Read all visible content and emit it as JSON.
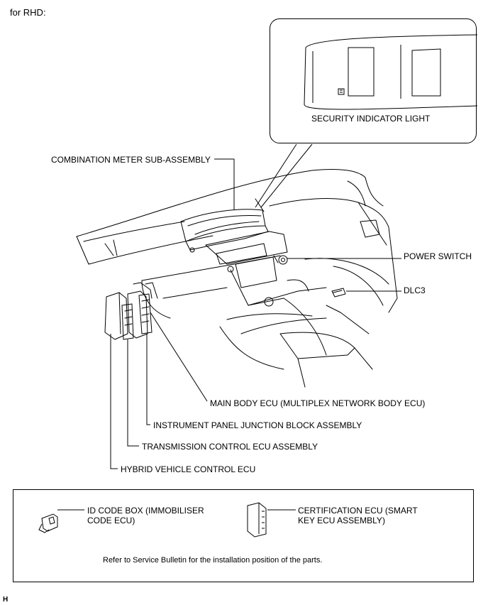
{
  "header": {
    "variant_label": "for RHD:"
  },
  "callout": {
    "security_indicator": "SECURITY INDICATOR LIGHT"
  },
  "labels": {
    "combination_meter": "COMBINATION METER SUB-ASSEMBLY",
    "power_switch": "POWER SWITCH",
    "dlc3": "DLC3",
    "main_body_ecu": "MAIN BODY ECU (MULTIPLEX NETWORK BODY ECU)",
    "instrument_panel_jb": "INSTRUMENT PANEL JUNCTION BLOCK ASSEMBLY",
    "transmission_ecu": "TRANSMISSION CONTROL ECU ASSEMBLY",
    "hybrid_ecu": "HYBRID VEHICLE CONTROL ECU"
  },
  "legend": {
    "id_code_box_line1": "ID CODE BOX (IMMOBILISER",
    "id_code_box_line2": "CODE ECU)",
    "certification_ecu_line1": "CERTIFICATION ECU (SMART",
    "certification_ecu_line2": "KEY ECU ASSEMBLY)",
    "note": "Refer to Service Bulletin for the installation position of the parts."
  },
  "footer": {
    "figure_code": "H"
  }
}
